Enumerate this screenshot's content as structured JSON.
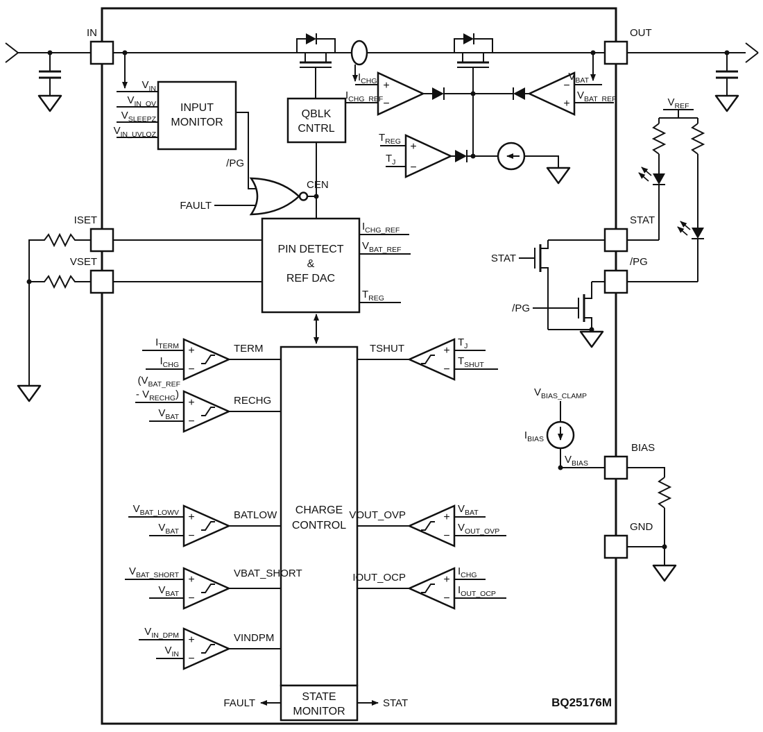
{
  "chip": {
    "part_number": "BQ25176M"
  },
  "colors": {
    "line": "#111111",
    "background": "#ffffff"
  },
  "pins": {
    "in": "IN",
    "out": "OUT",
    "iset": "ISET",
    "vset": "VSET",
    "stat": "STAT",
    "pg": "/PG",
    "bias": "BIAS",
    "gnd": "GND"
  },
  "blocks": {
    "input_monitor": {
      "line1": "INPUT",
      "line2": "MONITOR"
    },
    "qblk_cntrl": {
      "line1": "QBLK",
      "line2": "CNTRL"
    },
    "pin_detect": {
      "line1": "PIN DETECT",
      "line2": "&",
      "line3": "REF DAC"
    },
    "charge_control": {
      "line1": "CHARGE",
      "line2": "CONTROL"
    },
    "state_monitor": {
      "line1": "STATE",
      "line2": "MONITOR"
    }
  },
  "comparators": {
    "term": "TERM",
    "rechg": "RECHG",
    "batlow": "BATLOW",
    "vbat_short": "VBAT_SHORT",
    "vindpm": "VINDPM",
    "tshut": "TSHUT",
    "vout_ovp": "VOUT_OVP",
    "iout_ocp": "IOUT_OCP"
  },
  "signals": {
    "vin": {
      "m": "V",
      "s": "IN"
    },
    "vin_ov": {
      "m": "V",
      "s": "IN_OV"
    },
    "vsleepz": {
      "m": "V",
      "s": "SLEEPZ"
    },
    "vin_uvloz": {
      "m": "V",
      "s": "IN_UVLOZ"
    },
    "pg": "/PG",
    "fault": "FAULT",
    "cen": "CEN",
    "stat": "STAT",
    "ichg": {
      "m": "I",
      "s": "CHG"
    },
    "ichg_ref": {
      "m": "I",
      "s": "CHG_REF"
    },
    "vbat": {
      "m": "V",
      "s": "BAT"
    },
    "vbat_ref": {
      "m": "V",
      "s": "BAT_REF"
    },
    "treg": {
      "m": "T",
      "s": "REG"
    },
    "tj": {
      "m": "T",
      "s": "J"
    },
    "tshut": {
      "m": "T",
      "s": "SHUT"
    },
    "iterm": {
      "m": "I",
      "s": "TERM"
    },
    "rechg_ref_line1": {
      "m": "(V",
      "s": "BAT_REF"
    },
    "rechg_ref_line2": {
      "m": "- V",
      "s": "RECHG",
      "close": ")"
    },
    "vbat_lowv": {
      "m": "V",
      "s": "BAT_LOWV"
    },
    "vbat_short": {
      "m": "V",
      "s": "BAT_SHORT"
    },
    "vin_dpm": {
      "m": "V",
      "s": "IN_DPM"
    },
    "vout_ovp": {
      "m": "V",
      "s": "OUT_OVP"
    },
    "iout_ocp": {
      "m": "I",
      "s": "OUT_OCP"
    },
    "vref": {
      "m": "V",
      "s": "REF"
    },
    "vbias_clamp": {
      "m": "V",
      "s": "BIAS_CLAMP"
    },
    "ibias": {
      "m": "I",
      "s": "BIAS"
    },
    "vbias": {
      "m": "V",
      "s": "BIAS"
    }
  },
  "glyphs": {
    "plus": "+",
    "minus": "−"
  }
}
